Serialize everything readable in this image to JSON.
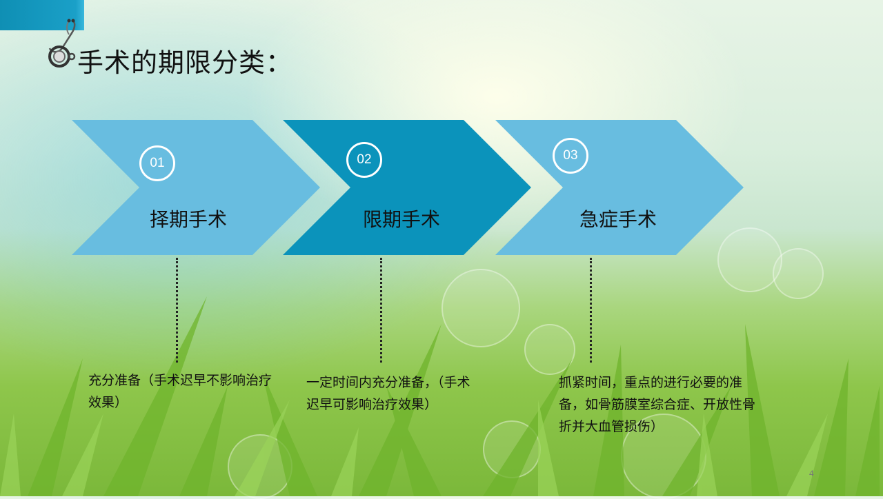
{
  "slide": {
    "title": "手术的期限分类：",
    "page_number": "4"
  },
  "steps": [
    {
      "number": "01",
      "label": "择期手术",
      "description": "充分准备（手术迟早不影响治疗效果）",
      "color": "#68bde0"
    },
    {
      "number": "02",
      "label": "限期手术",
      "description": "一定时间内充分准备，（手术迟早可影响治疗效果）",
      "color": "#0b93bb"
    },
    {
      "number": "03",
      "label": "急症手术",
      "description": "抓紧时间，重点的进行必要的准备，如骨筋膜室综合症、开放性骨折并大血管损伤）",
      "color": "#68bde0"
    }
  ],
  "colors": {
    "accent": "#1aa0c8",
    "chevron_light": "#68bde0",
    "chevron_dark": "#0b93bb"
  },
  "icons": {
    "header": "stethoscope-icon"
  }
}
